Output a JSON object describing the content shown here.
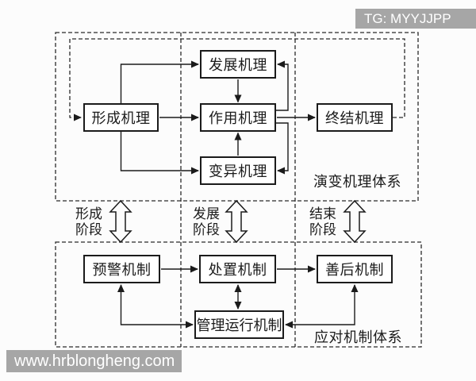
{
  "watermark": {
    "telegram": "TG: MYYJJPP",
    "site": "www.hrblongheng.com"
  },
  "evolution_system": {
    "label": "演变机理体系",
    "formation": "形成机理",
    "development": "发展机理",
    "action": "作用机理",
    "variation": "变异机理",
    "termination": "终结机理"
  },
  "stages": {
    "formation": {
      "l1": "形成",
      "l2": "阶段"
    },
    "development": {
      "l1": "发展",
      "l2": "阶段"
    },
    "end": {
      "l1": "结束",
      "l2": "阶段"
    }
  },
  "response_system": {
    "label": "应对机制体系",
    "warning": "预警机制",
    "disposal": "处置机制",
    "aftermath": "善后机制",
    "management": "管理运行机制"
  },
  "colors": {
    "line": "#1b1b1b",
    "dashed_line": "#2a2a2a",
    "watermark_bg": "#a6a6a6",
    "watermark_text": "#ffffff"
  }
}
